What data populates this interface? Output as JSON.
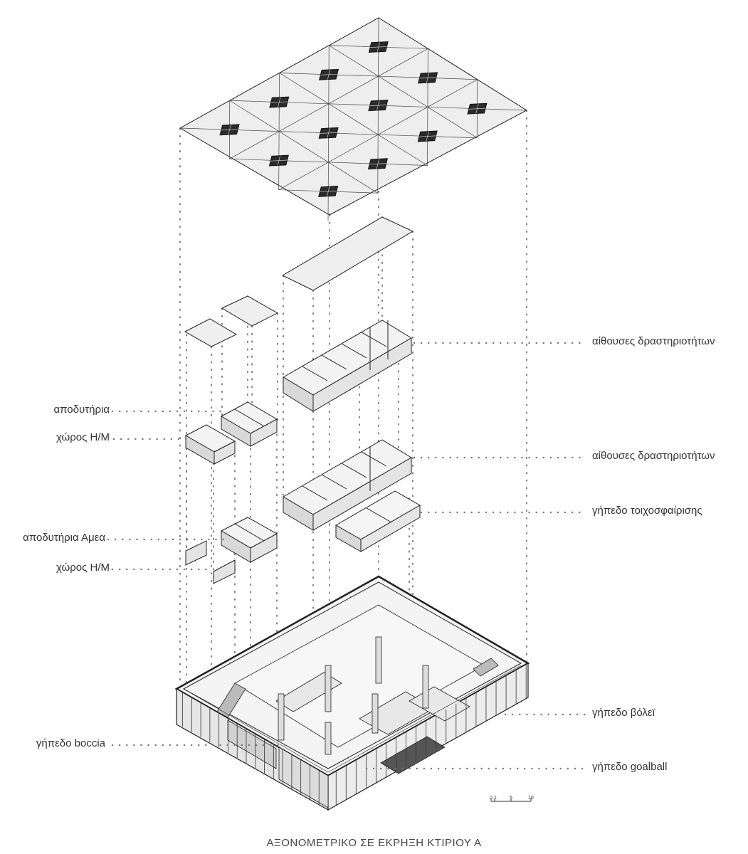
{
  "title": "ΑΞΟΝΟΜΕΤΡΙΚΟ ΣΕ ΕΚΡΗΞΗ ΚΤΙΡΙΟΥ Α",
  "labels": {
    "right_activity_rooms_1": "αίθουσες δραστηριοτήτων",
    "right_activity_rooms_2": "αίθουσες δραστηριοτήτων",
    "right_squash_court": "γήπεδο τοιχοσφαίρισης",
    "right_volleyball_court": "γήπεδο βόλεϊ",
    "right_goalball_court": "γήπεδο goalball",
    "left_changing_rooms": "αποδυτήρια",
    "left_mech_room_1": "χώρος Η/Μ",
    "left_changing_rooms_disabled": "αποδυτήρια Αμεα",
    "left_mech_room_2": "χώρος Η/Μ",
    "left_boccia_court": "γήπεδο  boccia"
  },
  "scale_bar": {
    "ticks": [
      "0",
      "1",
      "5",
      "10"
    ]
  },
  "colors": {
    "line": "#222222",
    "fill_light": "#eeeeee",
    "fill_mid": "#d9d9d9",
    "leader": "#888888"
  }
}
